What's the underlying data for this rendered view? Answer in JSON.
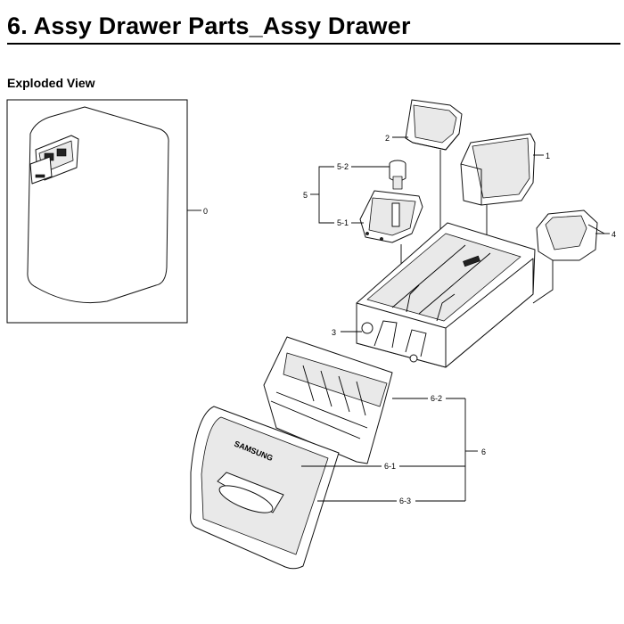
{
  "header": {
    "title": "6.  Assy Drawer Parts_Assy Drawer",
    "subtitle": "Exploded View"
  },
  "callouts": {
    "c0": "0",
    "c1": "1",
    "c2": "2",
    "c3": "3",
    "c4": "4",
    "c5": "5",
    "c5_1": "5-1",
    "c5_2": "5-2",
    "c6": "6",
    "c6_1": "6-1",
    "c6_2": "6-2",
    "c6_3": "6-3"
  },
  "brand_text": "SAMSUNG"
}
